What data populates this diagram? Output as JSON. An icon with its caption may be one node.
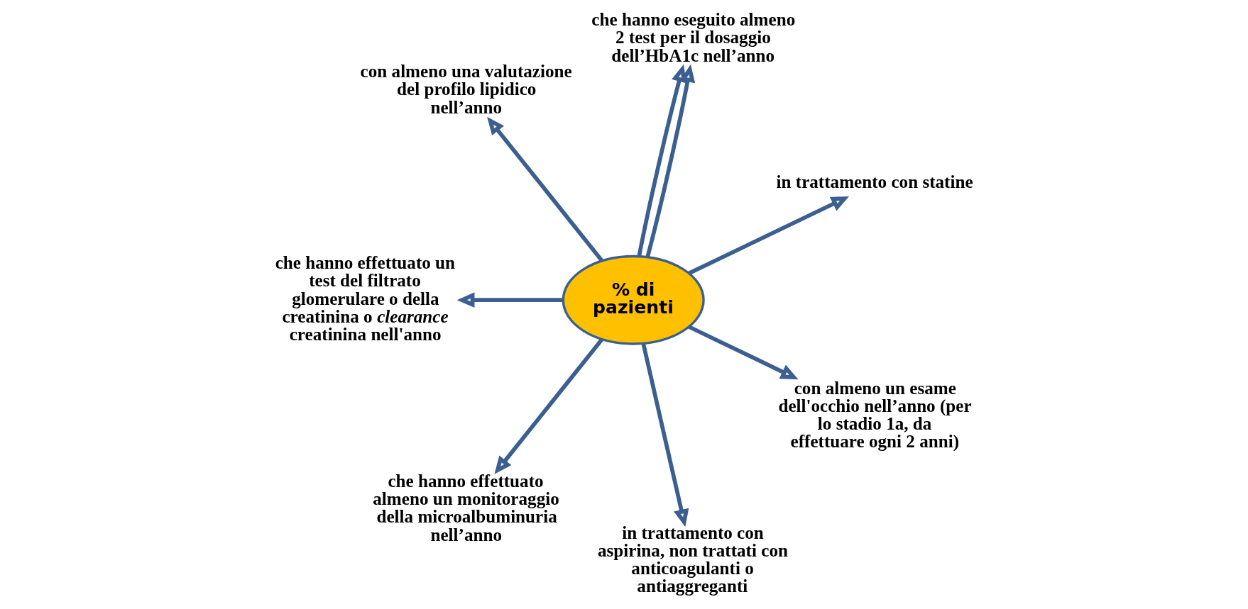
{
  "diagram": {
    "nodes": [
      {
        "text": [
          "% di pazienti"
        ]
      },
      {
        "text": [
          "in trattamento con statine"
        ]
      },
      {
        "text": [
          "che hanno eseguito almeno 2 test per il dosaggio dell’HbA1c nell’anno"
        ]
      },
      {
        "text": [
          "con almeno una valutazione del profilo lipidico nell’anno"
        ]
      },
      {
        "text": [
          "che hanno effettuato un test del filtrato glomerulare o della creatinina o *clearance* creatinina nell'anno"
        ]
      },
      {
        "text": [
          "che hanno effettuato almeno un monitoraggio della microalbuminuria nell’anno"
        ]
      },
      {
        "text": [
          "in trattamento con aspirina, non trattati con anticoagulanti o antiaggreganti"
        ]
      },
      {
        "text": [
          "con almeno un esame dell'occhio nell’anno (per lo stadio 1a, da effettuare ogni 2 anni)"
        ]
      }
    ],
    "edges": [
      {
        "from": 0,
        "to": 1,
        "arrow": "to"
      },
      {
        "from": 0,
        "to": 2,
        "arrow": "to"
      },
      {
        "from": 0,
        "to": 2,
        "arrow": "to"
      },
      {
        "from": 0,
        "to": 4,
        "arrow": "to"
      },
      {
        "from": 0,
        "to": 7,
        "arrow": "to"
      },
      {
        "from": 0,
        "to": 6,
        "arrow": "to"
      },
      {
        "from": 0,
        "to": 5,
        "arrow": "to"
      },
      {
        "from": 0,
        "to": 3,
        "arrow": "to"
      }
    ]
  }
}
